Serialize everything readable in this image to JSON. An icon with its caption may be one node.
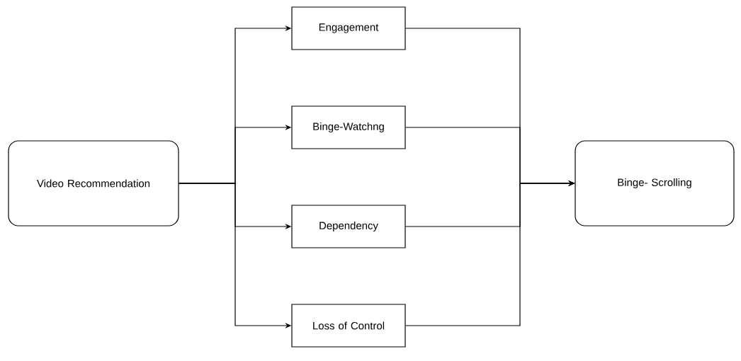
{
  "diagram": {
    "nodes": [
      {
        "text": [
          "Video Recommendation"
        ]
      },
      {
        "text": [
          "Engagement"
        ]
      },
      {
        "text": [
          "Binge-Watchng"
        ]
      },
      {
        "text": [
          "Dependency"
        ]
      },
      {
        "text": [
          "Loss of Control"
        ]
      },
      {
        "text": [
          "Binge- Scrolling"
        ]
      }
    ],
    "edges": [
      {
        "from": 0,
        "to": 1,
        "arrow": "to"
      },
      {
        "from": 0,
        "to": 2,
        "arrow": "to"
      },
      {
        "from": 0,
        "to": 3,
        "arrow": "to"
      },
      {
        "from": 0,
        "to": 4,
        "arrow": "to"
      },
      {
        "from": 1,
        "to": 5,
        "arrow": "to"
      },
      {
        "from": 2,
        "to": 5,
        "arrow": "to"
      },
      {
        "from": 3,
        "to": 5,
        "arrow": "to"
      },
      {
        "from": 4,
        "to": 5,
        "arrow": "to"
      }
    ]
  }
}
